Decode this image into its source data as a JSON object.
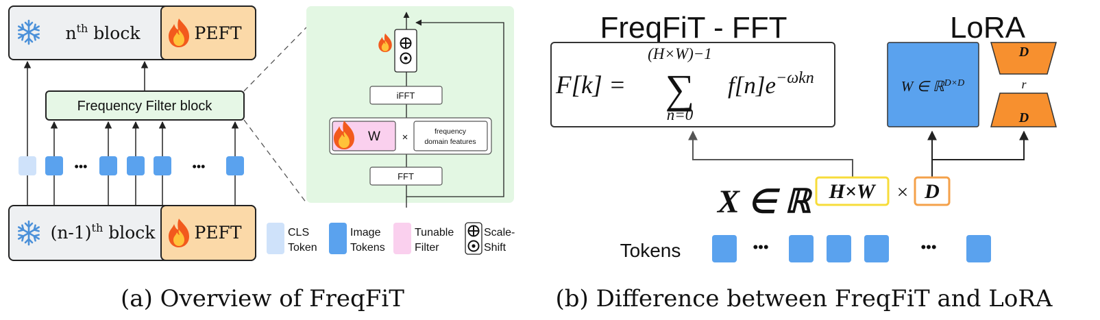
{
  "panel_a": {
    "nth_block": {
      "prefix": "n",
      "sup": "th",
      "suffix": " block"
    },
    "prev_block": {
      "prefix": "(n-1)",
      "sup": "th",
      "suffix": " block"
    },
    "peft_top": "PEFT",
    "peft_bottom": "PEFT",
    "filter_block": "Frequency Filter block",
    "ellipsis_1": "•••",
    "ellipsis_2": "•••",
    "zoom": {
      "scale_shift_symbols": [
        "⊕",
        "⊙"
      ],
      "ifft": "iFFT",
      "weight": "W",
      "times": "×",
      "features_line1": "frequency",
      "features_line2": "domain features",
      "fft": "FFT"
    },
    "legend": [
      {
        "line1": "CLS",
        "line2": "Token",
        "color": "#cfe2fa"
      },
      {
        "line1": "Image",
        "line2": "Tokens",
        "color": "#5aa2ee"
      },
      {
        "line1": "Tunable",
        "line2": "Filter",
        "color": "#fad0ee"
      },
      {
        "line1": "Scale-",
        "line2": "Shift",
        "color": "#ffffff"
      }
    ],
    "caption": "(a) Overview of FreqFiT"
  },
  "panel_b": {
    "title_fft": "FreqFiT - FFT",
    "title_lora": "LoRA",
    "formula": {
      "lhs": "F[k] =",
      "sum_upper": "(H×W)−1",
      "sum_symbol": "∑",
      "sum_lower": "n=0",
      "term": "f[n]e",
      "exponent": "−ωkn"
    },
    "weight_matrix": {
      "text": "W ∈ ℝ",
      "sup": "D×D"
    },
    "lora": {
      "top": "D",
      "rank": "r",
      "bottom": "D"
    },
    "input": {
      "var": "X ∈ ℝ",
      "hw": "H×W",
      "times": "×",
      "d": "D"
    },
    "tokens_label": "Tokens",
    "ellipsis_1": "•••",
    "ellipsis_2": "•••",
    "caption": "(b) Difference between FreqFiT and LoRA"
  },
  "colors": {
    "token_blue": "#5aa2ee",
    "cls_blue": "#cfe2fa",
    "filter_green": "#e6f7e6",
    "zoom_bg": "#e3f7e3",
    "peft_orange": "#fbd9a8",
    "lora_orange": "#f7902f",
    "tunable_pink": "#fad0ee",
    "highlight_yellow": "#f7dc3a",
    "highlight_orange": "#f4a14a"
  },
  "icons": [
    "snowflake-icon",
    "fire-icon"
  ]
}
